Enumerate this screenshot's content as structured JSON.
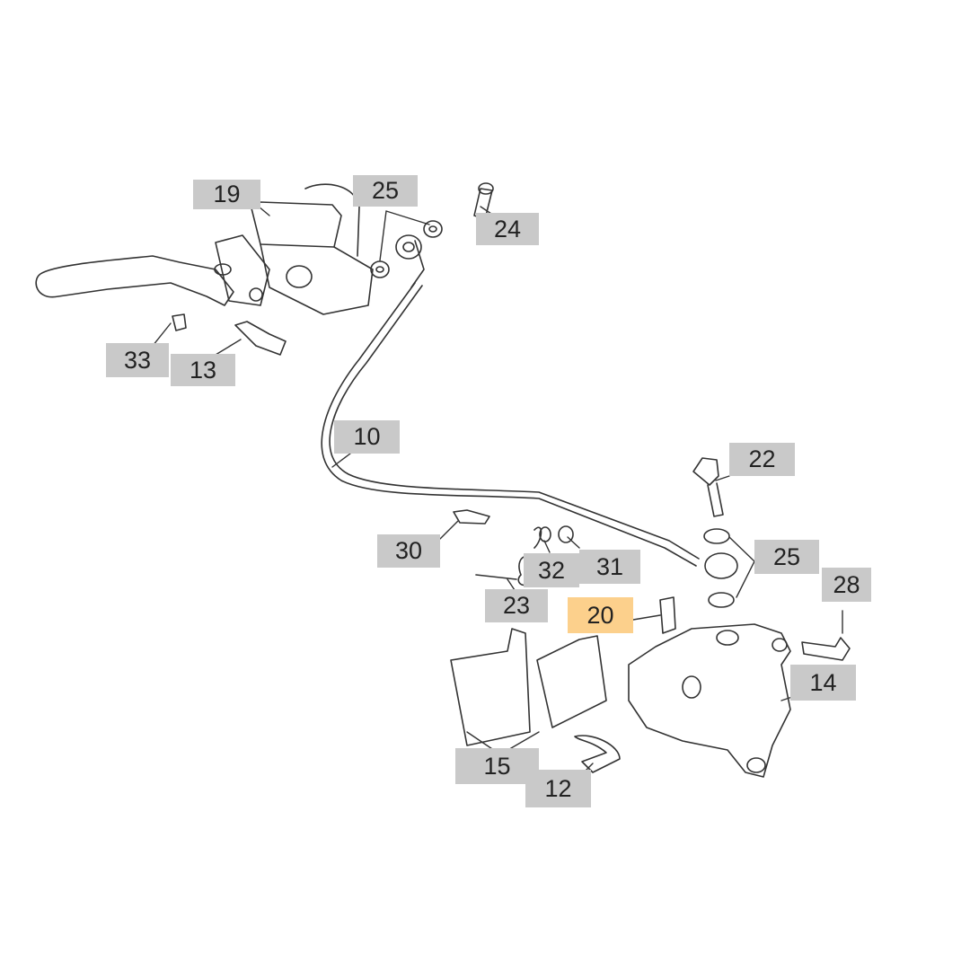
{
  "diagram": {
    "highlight_color": "#fcd08c",
    "label_color": "#c9c9c9",
    "callouts": [
      {
        "id": "19",
        "text": "19",
        "highlighted": false
      },
      {
        "id": "25a",
        "text": "25",
        "highlighted": false
      },
      {
        "id": "24",
        "text": "24",
        "highlighted": false
      },
      {
        "id": "33",
        "text": "33",
        "highlighted": false
      },
      {
        "id": "13",
        "text": "13",
        "highlighted": false
      },
      {
        "id": "10",
        "text": "10",
        "highlighted": false
      },
      {
        "id": "22",
        "text": "22",
        "highlighted": false
      },
      {
        "id": "30",
        "text": "30",
        "highlighted": false
      },
      {
        "id": "32",
        "text": "32",
        "highlighted": false
      },
      {
        "id": "31",
        "text": "31",
        "highlighted": false
      },
      {
        "id": "25b",
        "text": "25",
        "highlighted": false
      },
      {
        "id": "28",
        "text": "28",
        "highlighted": false
      },
      {
        "id": "23",
        "text": "23",
        "highlighted": false
      },
      {
        "id": "20",
        "text": "20",
        "highlighted": true
      },
      {
        "id": "14",
        "text": "14",
        "highlighted": false
      },
      {
        "id": "15",
        "text": "15",
        "highlighted": false
      },
      {
        "id": "12",
        "text": "12",
        "highlighted": false
      }
    ]
  }
}
